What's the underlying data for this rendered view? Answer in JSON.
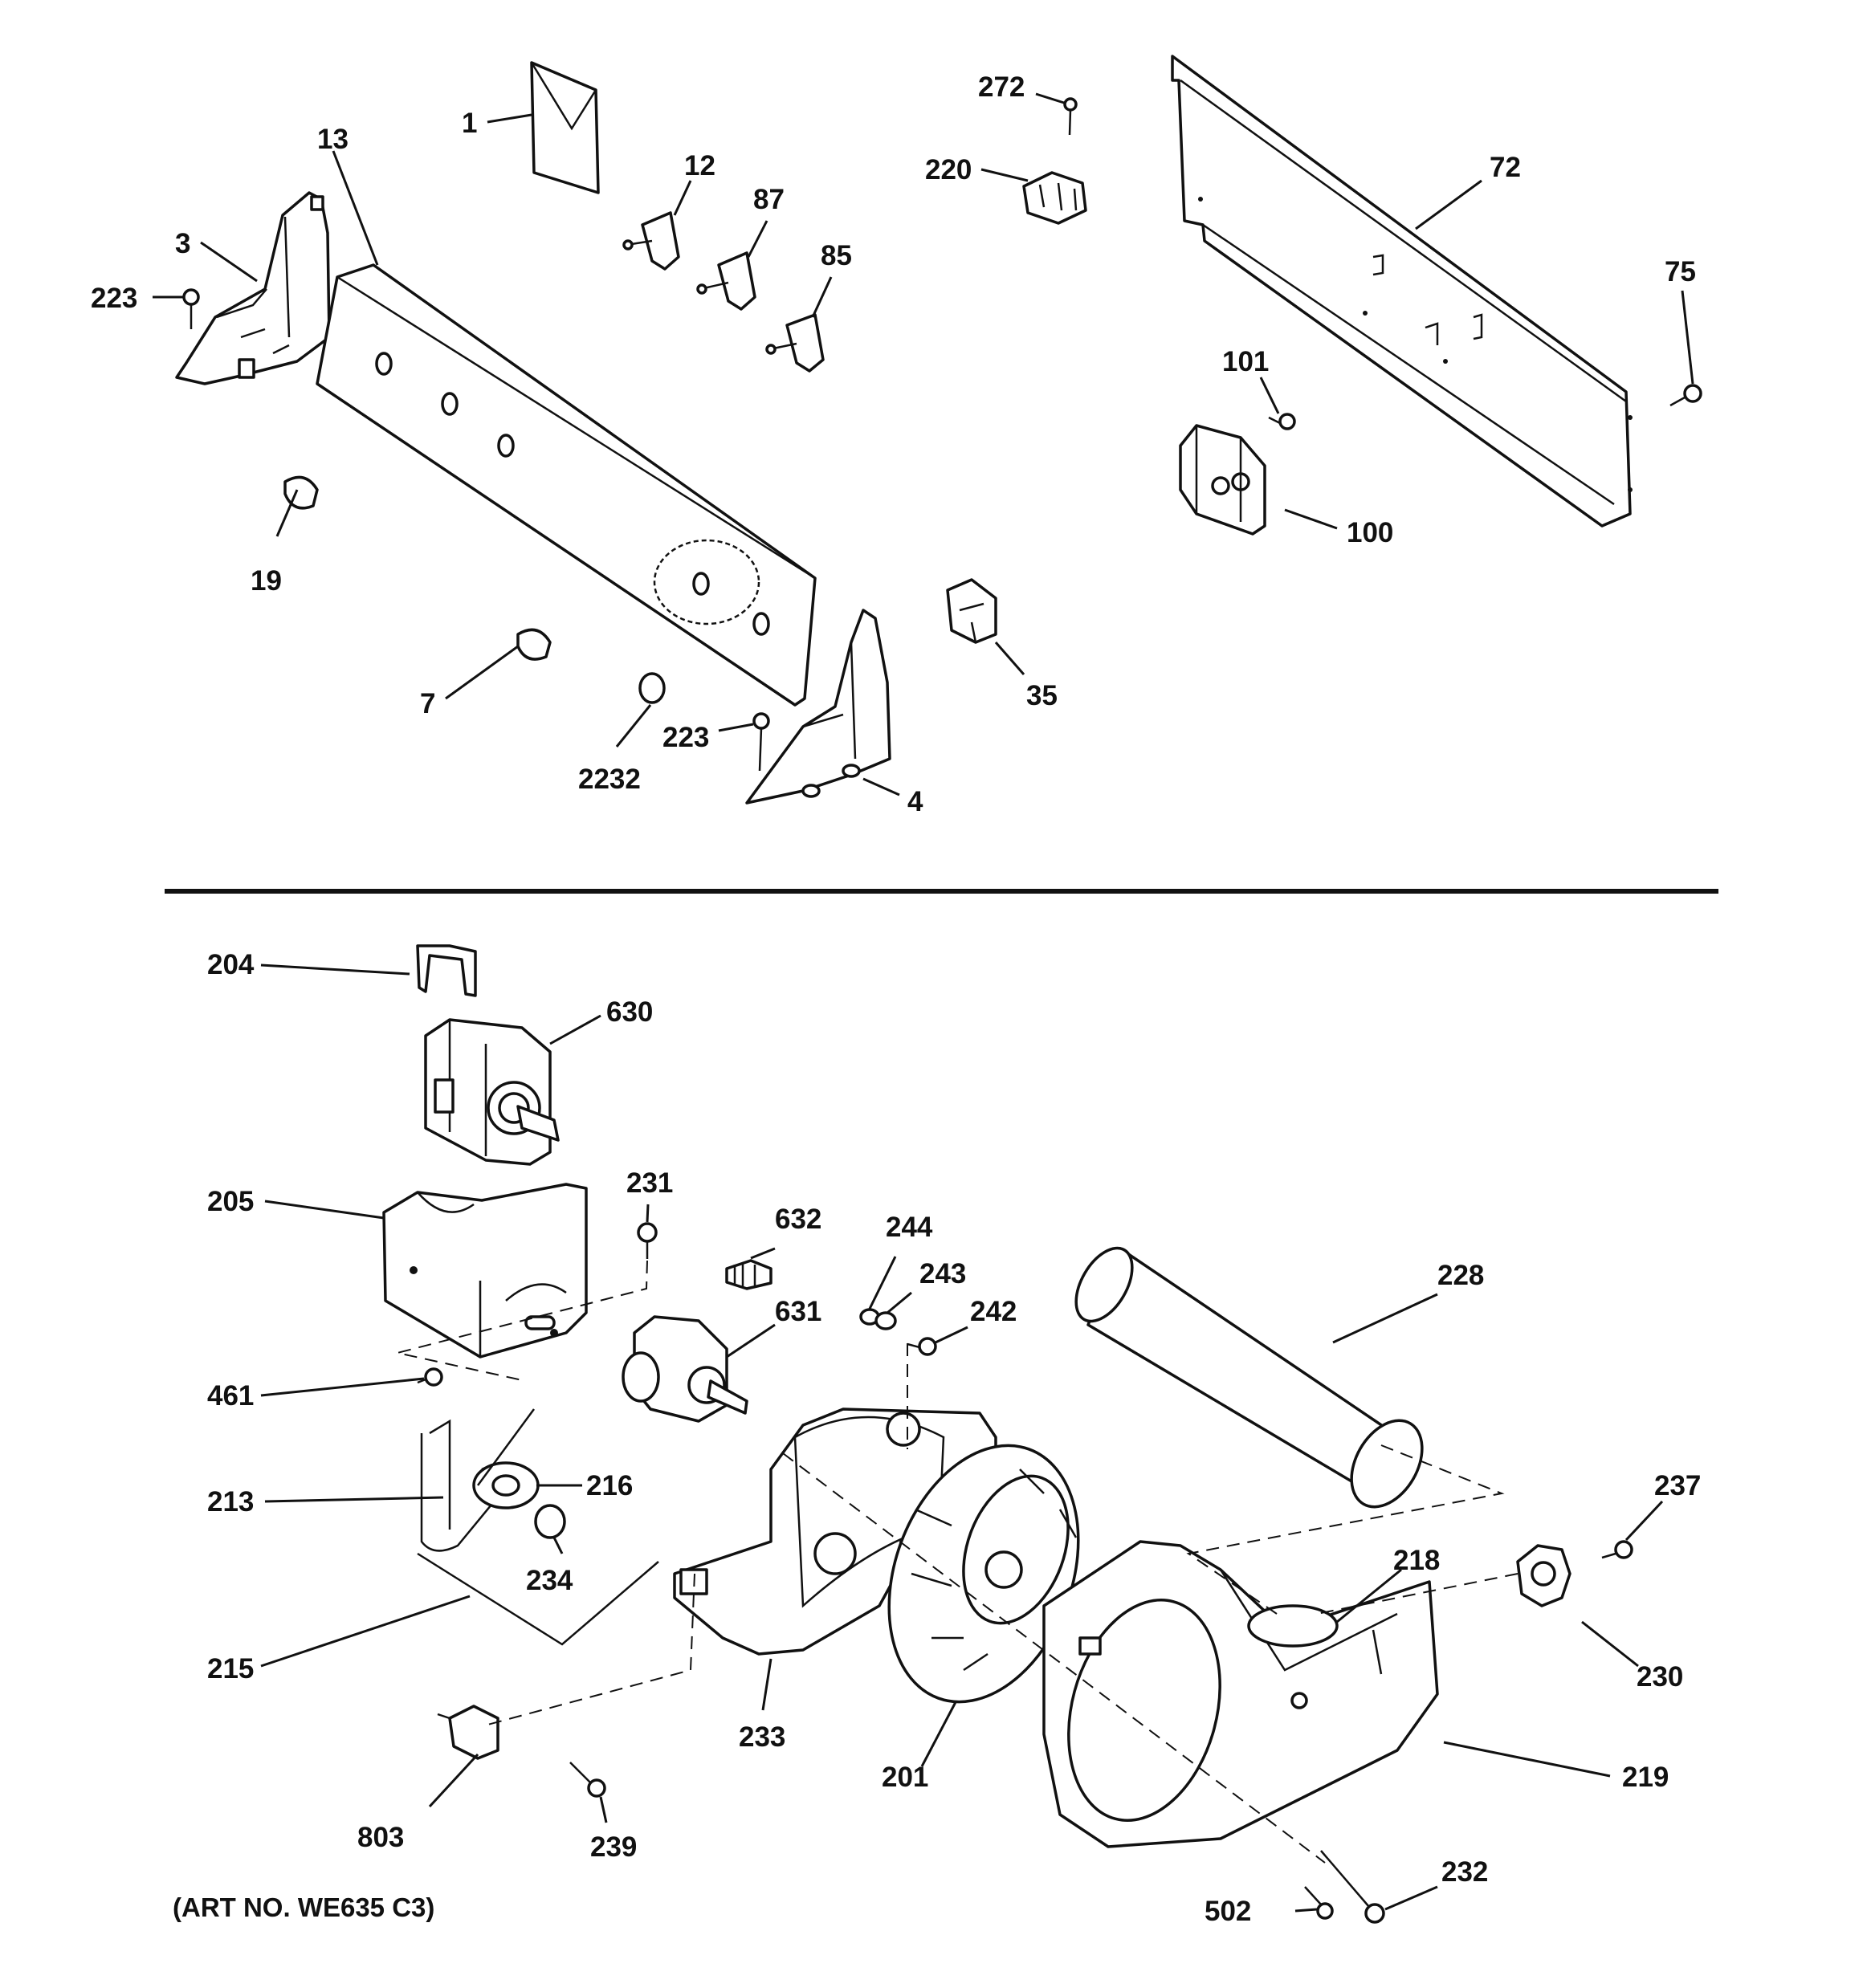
{
  "callouts": {
    "c1": "1",
    "c3": "3",
    "c4": "4",
    "c7": "7",
    "c12": "12",
    "c13": "13",
    "c19": "19",
    "c35": "35",
    "c72": "72",
    "c75": "75",
    "c85": "85",
    "c87": "87",
    "c100": "100",
    "c101": "101",
    "c220": "220",
    "c223a": "223",
    "c223b": "223",
    "c272": "272",
    "c2232": "2232",
    "c201": "201",
    "c204": "204",
    "c205": "205",
    "c213": "213",
    "c215": "215",
    "c216": "216",
    "c218": "218",
    "c219": "219",
    "c228": "228",
    "c230": "230",
    "c231": "231",
    "c232": "232",
    "c233": "233",
    "c234": "234",
    "c237": "237",
    "c239": "239",
    "c242": "242",
    "c243": "243",
    "c244": "244",
    "c461": "461",
    "c502": "502",
    "c630": "630",
    "c631": "631",
    "c632": "632",
    "c803": "803"
  },
  "art_number": "(ART NO. WE635 C3)"
}
